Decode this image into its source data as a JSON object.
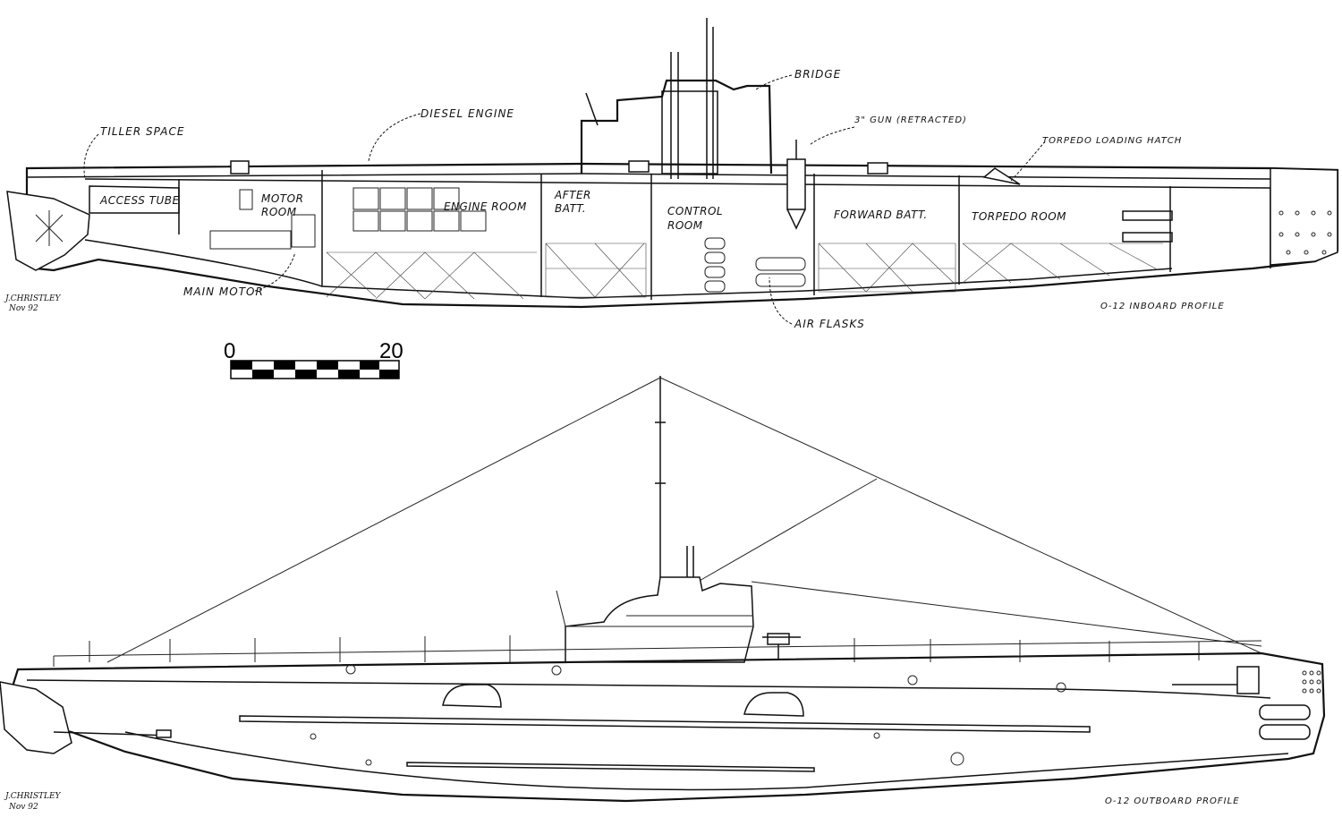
{
  "inboard": {
    "caption": "O-12 INBOARD PROFILE",
    "signature_line1": "J.CHRISTLEY",
    "signature_line2": "Nov 92",
    "labels": {
      "tiller_space": "TILLER SPACE",
      "diesel_engine": "DIESEL ENGINE",
      "bridge": "BRIDGE",
      "gun": "3\" GUN (RETRACTED)",
      "torpedo_hatch": "TORPEDO LOADING HATCH",
      "access_tube": "ACCESS TUBE",
      "motor_room_1": "MOTOR",
      "motor_room_2": "ROOM",
      "engine_room": "ENGINE ROOM",
      "after_batt_1": "AFTER",
      "after_batt_2": "BATT.",
      "control_room_1": "CONTROL",
      "control_room_2": "ROOM",
      "forward_batt": "FORWARD BATT.",
      "torpedo_room": "TORPEDO ROOM",
      "main_motor": "MAIN MOTOR",
      "air_flasks": "AIR FLASKS"
    }
  },
  "scale": {
    "min_label": "0",
    "max_label": "20"
  },
  "outboard": {
    "caption": "O-12 OUTBOARD PROFILE",
    "signature_line1": "J.CHRISTLEY",
    "signature_line2": "Nov 92"
  }
}
